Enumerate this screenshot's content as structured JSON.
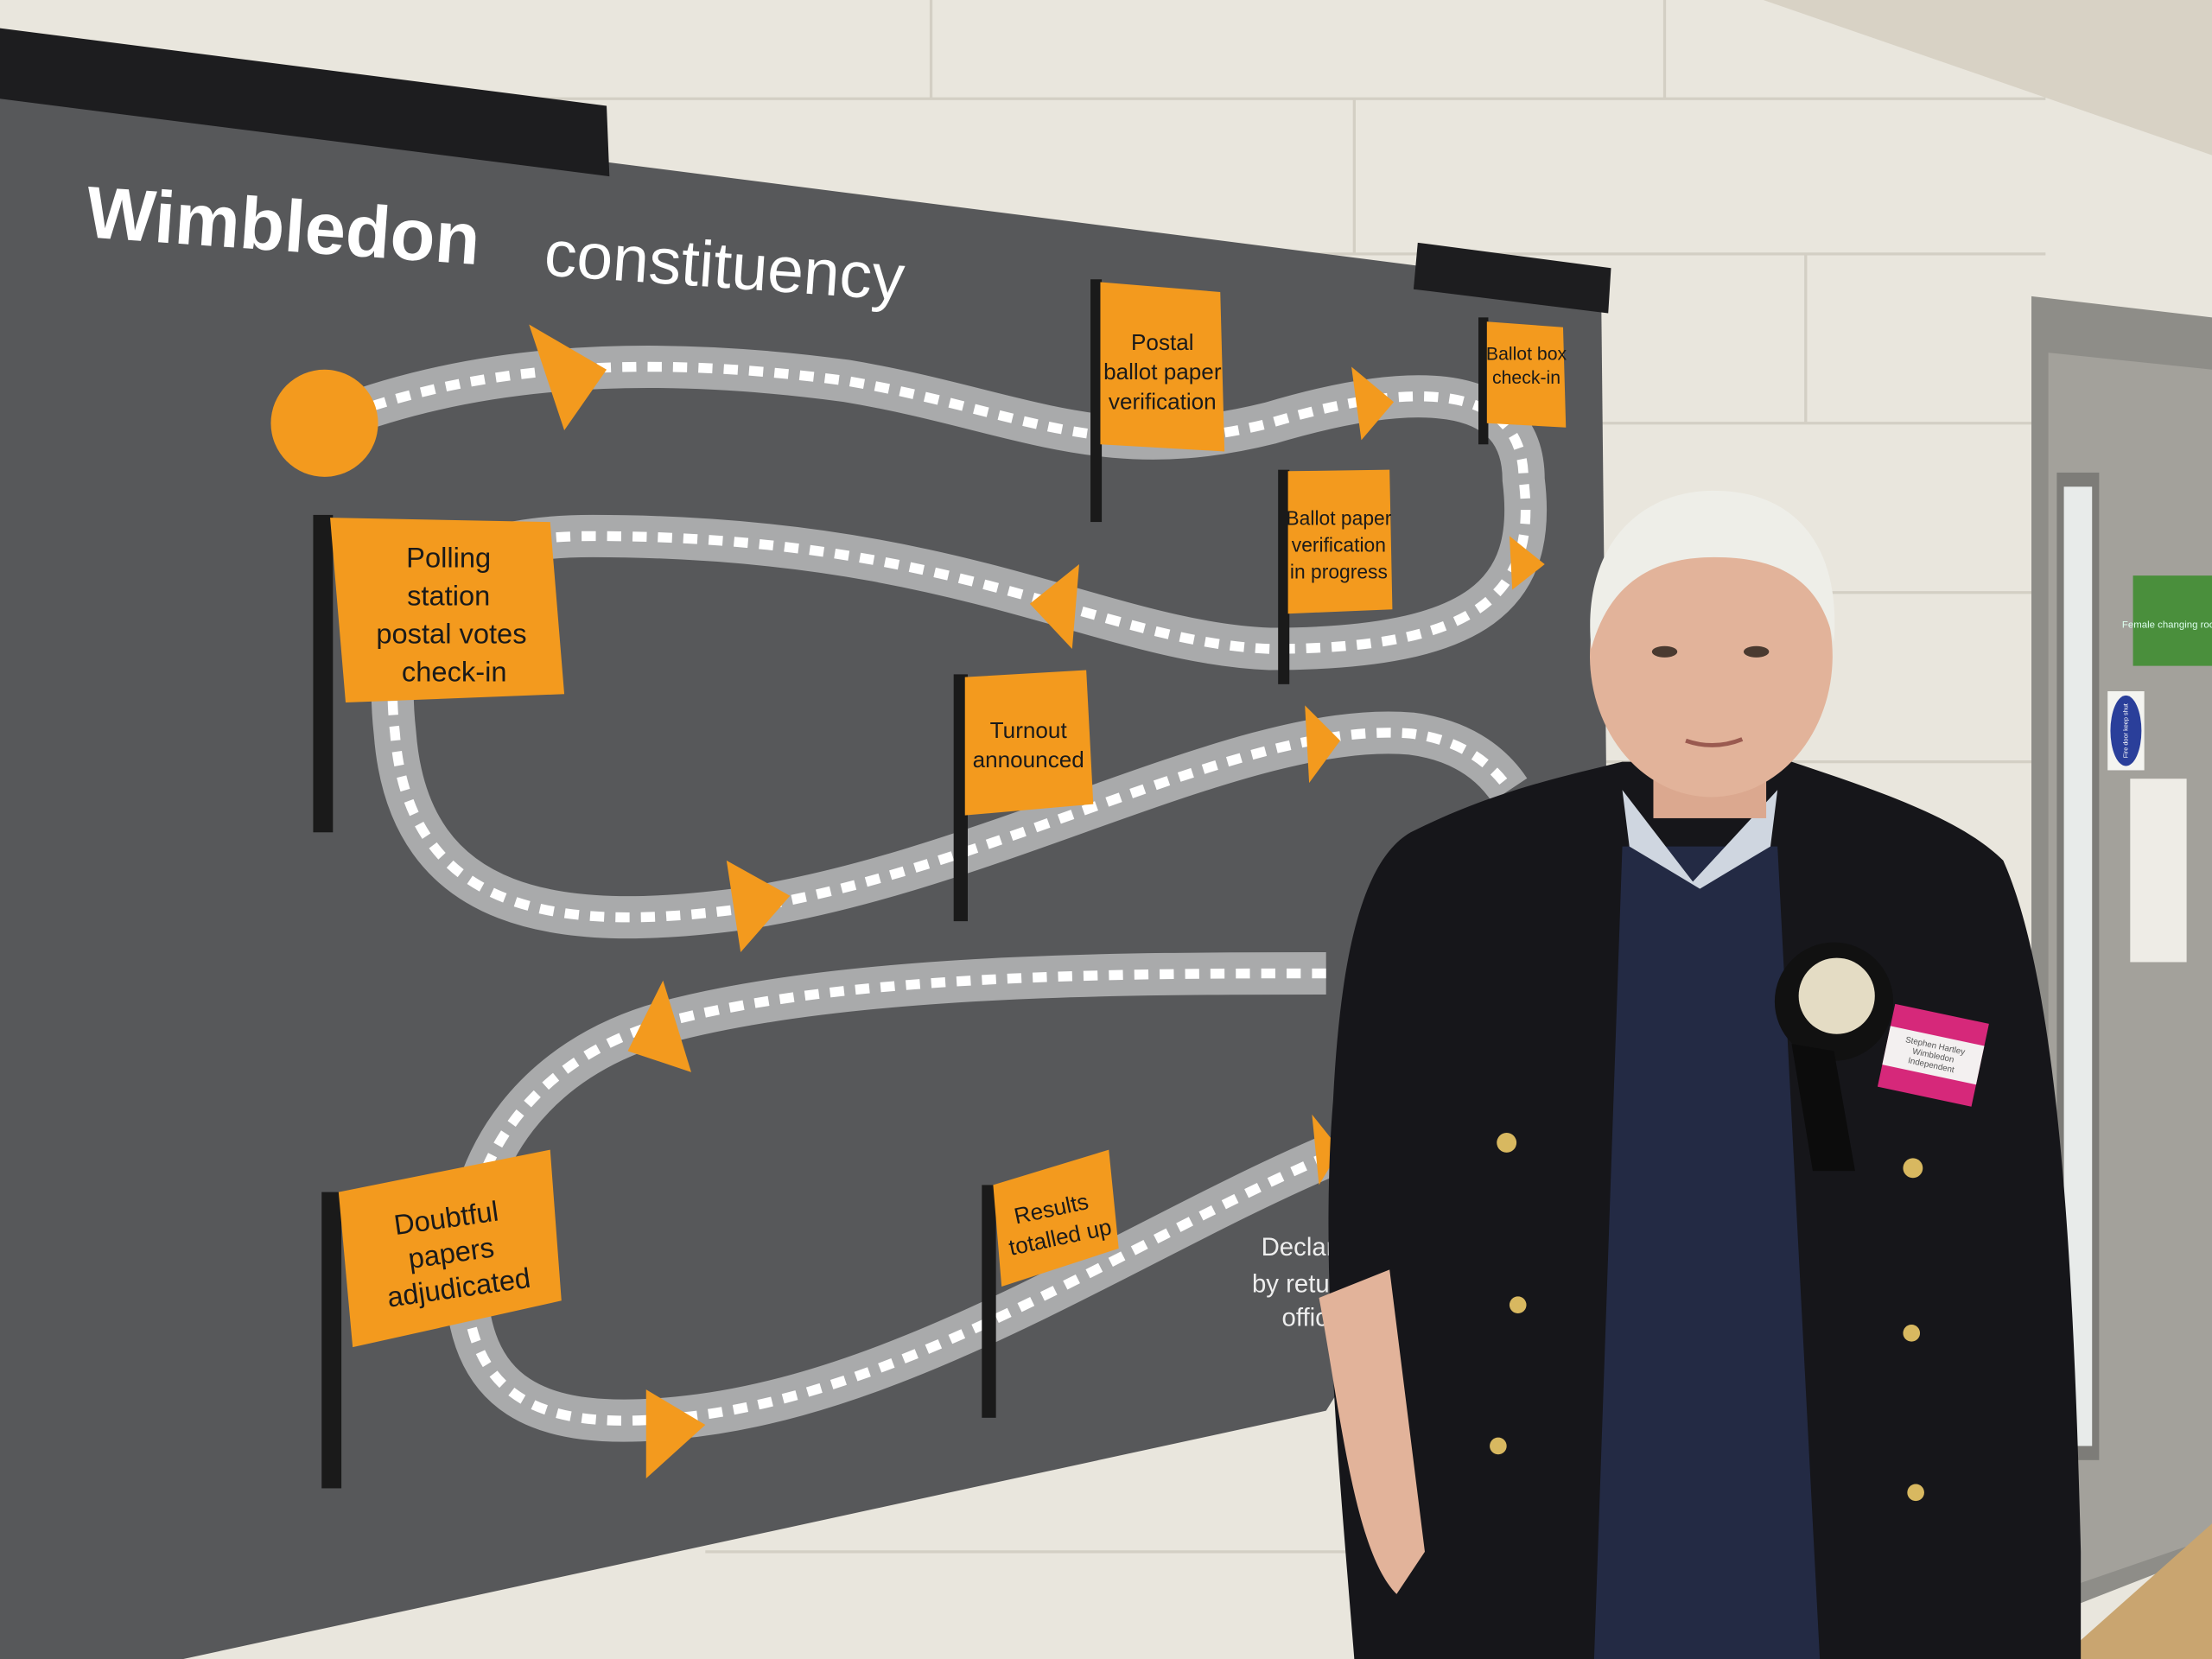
{
  "poster": {
    "title_bold": "Wimbledon",
    "title_light": "constituency",
    "flags": [
      {
        "lines": [
          "Postal",
          "ballot paper",
          "verification"
        ]
      },
      {
        "lines": [
          "Ballot box",
          "check-in"
        ]
      },
      {
        "lines": [
          "Polling",
          "station",
          "postal votes",
          "check-in"
        ]
      },
      {
        "lines": [
          "Ballot paper",
          "verification",
          "in progress"
        ]
      },
      {
        "lines": [
          "Turnout",
          "announced"
        ]
      },
      {
        "lines": [
          "Doubtful",
          "papers",
          "adjudicated"
        ]
      },
      {
        "lines": [
          "Results",
          "totalled up"
        ]
      }
    ],
    "partial_text": [
      "Declar",
      "by retu",
      "offic"
    ]
  },
  "badge": {
    "lines": [
      "Stephen Hartley",
      "Wimbledon",
      "Independent"
    ]
  },
  "door_signs": {
    "green": "Female changing room",
    "blue": "Fire door keep shut"
  },
  "colors": {
    "wall": "#e9e6dd",
    "poster": "#57585a",
    "orange": "#f39a1e",
    "road": "#a9aaab",
    "jacket": "#16161a",
    "badge": "#d6287a"
  }
}
